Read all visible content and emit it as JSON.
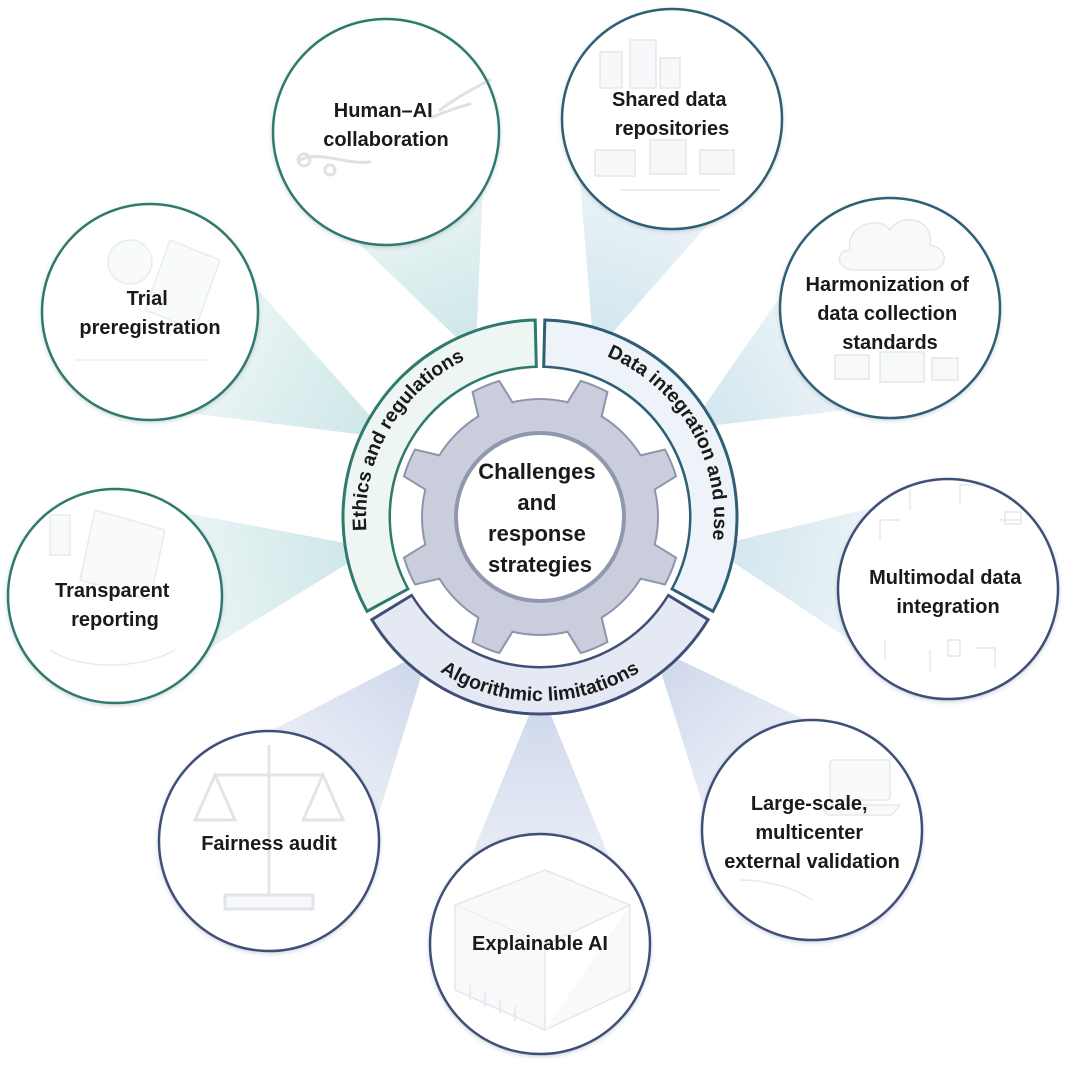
{
  "center": {
    "lines": [
      "Challenges",
      "and",
      "response",
      "strategies"
    ]
  },
  "segments": {
    "ethics": {
      "label": "Ethics and regulations",
      "color": "#edf6f3",
      "stroke": "#3d8175"
    },
    "data": {
      "label": "Data integration and use",
      "color": "#edf3f8",
      "stroke": "#3d6a7d"
    },
    "algorithm": {
      "label": "Algorithmic limitations",
      "color": "#e5e9f3",
      "stroke": "#4a5a82"
    }
  },
  "nodes": {
    "human_ai": {
      "lines": [
        "Human–AI",
        "collaboration"
      ],
      "group": "ethics"
    },
    "shared_data": {
      "lines": [
        "Shared data",
        "repositories"
      ],
      "group": "data"
    },
    "harmonization": {
      "lines": [
        "Harmonization of",
        "data collection",
        "standards"
      ],
      "group": "data"
    },
    "multimodal": {
      "lines": [
        "Multimodal data",
        "integration"
      ],
      "group": "data"
    },
    "large_scale": {
      "lines": [
        "Large-scale,",
        "multicenter",
        "external validation"
      ],
      "group": "algorithm"
    },
    "explainable": {
      "lines": [
        "Explainable AI"
      ],
      "group": "algorithm"
    },
    "fairness": {
      "lines": [
        "Fairness audit"
      ],
      "group": "algorithm"
    },
    "transparent": {
      "lines": [
        "Transparent",
        "reporting"
      ],
      "group": "ethics"
    },
    "trial": {
      "lines": [
        "Trial",
        "preregistration"
      ],
      "group": "ethics"
    }
  },
  "icons": {
    "human_ai": "robot-hand-icon",
    "shared_data": "data-center-icon",
    "harmonization": "cloud-devices-icon",
    "multimodal": "circuit-cloud-icon",
    "large_scale": "laptop-hand-icon",
    "explainable": "chip-icon",
    "fairness": "scales-icon",
    "transparent": "clipboard-icon",
    "trial": "document-icon"
  },
  "colors": {
    "ethics_ring": "#2f7a6d",
    "data_ring": "#2f5f74",
    "algorithm_ring": "#404f78",
    "gear_fill": "#c9cddc",
    "gear_stroke": "#8e95ab",
    "ethics_beam": "#cfe7e8",
    "data_beam": "#d3e6ee",
    "algorithm_beam": "#cfd8ec"
  }
}
